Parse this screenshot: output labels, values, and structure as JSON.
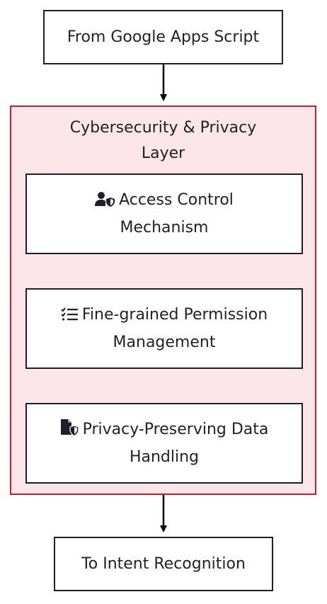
{
  "nodes": {
    "source": {
      "label": "From Google Apps Script"
    },
    "target": {
      "label": "To Intent Recognition"
    }
  },
  "group": {
    "title_line1": "Cybersecurity & Privacy",
    "title_line2": "Layer",
    "steps": [
      {
        "icon": "user-shield-icon",
        "line1": "Access Control",
        "line2": "Mechanism"
      },
      {
        "icon": "list-check-icon",
        "line1": "Fine-grained Permission",
        "line2": "Management"
      },
      {
        "icon": "file-shield-icon",
        "line1": "Privacy-Preserving Data",
        "line2": "Handling"
      }
    ]
  },
  "colors": {
    "group_fill": "#fde6ea",
    "group_border": "#c4212f",
    "node_border": "#1f1f2b",
    "arrow": "#000000"
  }
}
